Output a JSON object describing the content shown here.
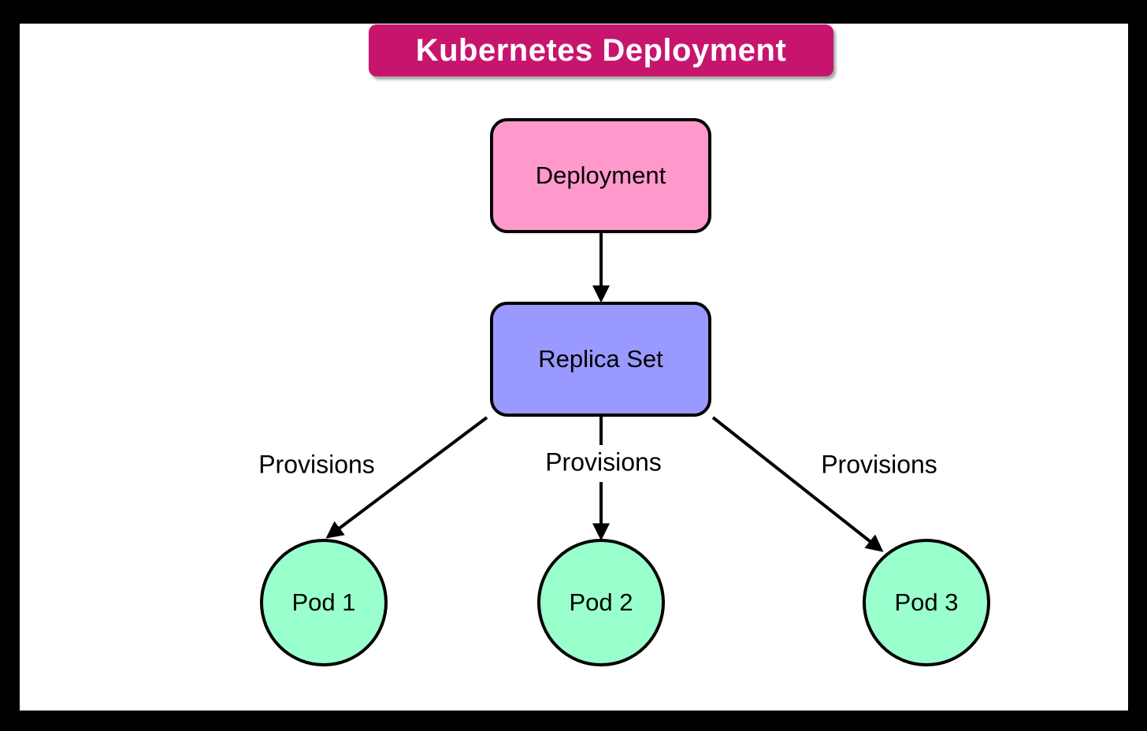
{
  "title_banner": {
    "label": "Kubernetes Deployment"
  },
  "nodes": {
    "deployment": {
      "label": "Deployment"
    },
    "replica_set": {
      "label": "Replica Set"
    },
    "pods": [
      {
        "label": "Pod 1"
      },
      {
        "label": "Pod 2"
      },
      {
        "label": "Pod 3"
      }
    ]
  },
  "edges": [
    {
      "from": "Deployment",
      "to": "Replica Set",
      "label": ""
    },
    {
      "from": "Replica Set",
      "to": "Pod 1",
      "label": "Provisions"
    },
    {
      "from": "Replica Set",
      "to": "Pod 2",
      "label": "Provisions"
    },
    {
      "from": "Replica Set",
      "to": "Pod 3",
      "label": "Provisions"
    }
  ],
  "colors": {
    "frame": "#000000",
    "canvas": "#ffffff",
    "title_bg": "#c7156d",
    "title_text": "#ffffff",
    "deployment_fill": "#ff99cc",
    "replica_set_fill": "#9999ff",
    "pod_fill": "#99ffcc",
    "node_border": "#000000",
    "arrow": "#000000",
    "label_text": "#000000"
  }
}
